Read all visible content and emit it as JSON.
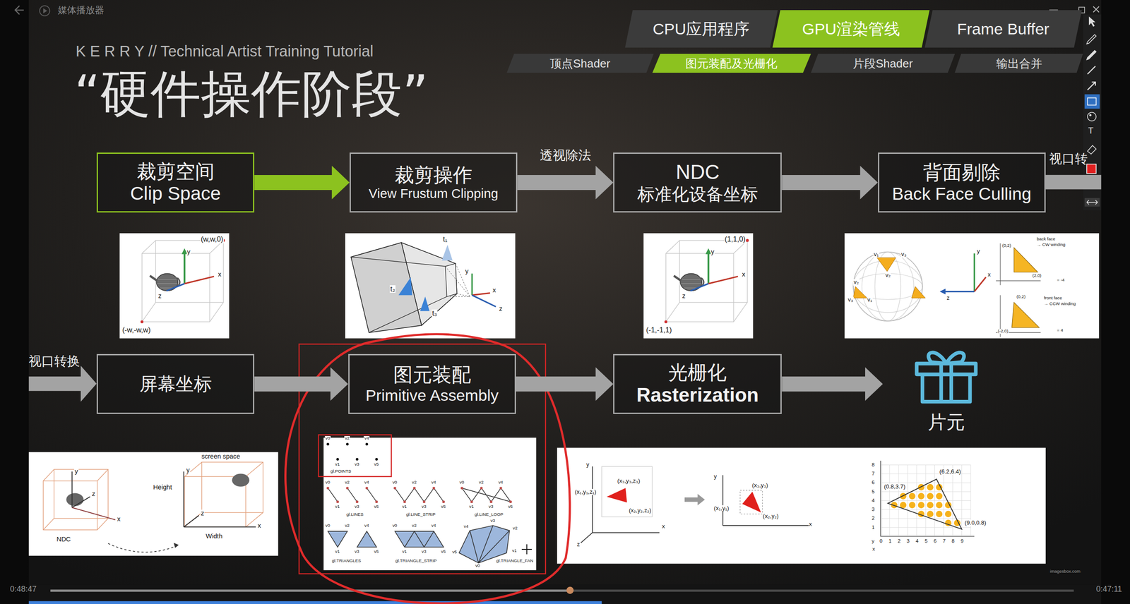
{
  "diagram": {
    "title": "“硬件操作阶段”",
    "nodes": [
      {
        "text": [
          "CPU应用程序"
        ]
      },
      {
        "text": [
          "GPU渲染管线"
        ]
      },
      {
        "text": [
          "Frame Buffer"
        ]
      },
      {
        "text": [
          "顶点Shader"
        ]
      },
      {
        "text": [
          "图元装配及光栅化"
        ]
      },
      {
        "text": [
          "片段Shader"
        ]
      },
      {
        "text": [
          "输出合并"
        ]
      },
      {
        "text": [
          "裁剪空间",
          "Clip Space"
        ]
      },
      {
        "text": [
          "裁剪操作",
          "View Frustum Clipping"
        ]
      },
      {
        "text": [
          "NDC",
          "标准化设备坐标"
        ]
      },
      {
        "text": [
          "背面剔除",
          "Back Face Culling"
        ]
      },
      {
        "text": [
          "屏幕坐标"
        ]
      },
      {
        "text": [
          "图元装配",
          "Primitive Assembly"
        ]
      },
      {
        "text": [
          "光栅化",
          "Rasterization"
        ]
      },
      {
        "text": [
          "片元"
        ]
      }
    ],
    "edges": [
      {
        "from": 7,
        "to": 8,
        "arrow": "to"
      },
      {
        "from": 8,
        "to": 9,
        "arrow": "to",
        "label": "透视除法"
      },
      {
        "from": 9,
        "to": 10,
        "arrow": "to"
      },
      {
        "from": 11,
        "to": 12,
        "arrow": "to"
      },
      {
        "from": 12,
        "to": 13,
        "arrow": "to"
      },
      {
        "from": 13,
        "to": 14,
        "arrow": "to"
      }
    ],
    "labels": [
      "媒体播放器",
      "K E R R Y // Technical Artist Training Tutorial",
      "视口转",
      "视口转换",
      "(w,w,0)",
      "(-w,-w,w)",
      "y",
      "x",
      "z",
      "t₁",
      "t₂",
      "t₃",
      "y",
      "x",
      "z",
      "(1,1,0)",
      "(-1,-1,1)",
      "y",
      "x",
      "z",
      "back face",
      "→ CW winding",
      "front face",
      "→ CCW winding",
      "(0,2)",
      "(2,0)",
      "(-2,0)",
      "(0,2)",
      "= -4",
      "= 4",
      "y",
      "x",
      "z",
      "v₁",
      "v₂",
      "v₃",
      "v₂",
      "v₃",
      "v₁",
      "y",
      "x",
      "z",
      "NDC",
      "screen space",
      "Height",
      "y",
      "x",
      "z",
      "Width",
      "gl.POINTS",
      "gl.LINES",
      "gl.LINE_STRIP",
      "gl.LINE_LOOP",
      "gl.TRIANGLES",
      "gl.TRIANGLE_STRIP",
      "gl.TRIANGLE_FAN",
      "v0",
      "v1",
      "v2",
      "v3",
      "v4",
      "v5",
      "v0",
      "v1",
      "v2",
      "v3",
      "v4",
      "v5",
      "v0",
      "v1",
      "v2",
      "v3",
      "v4",
      "v5",
      "v0",
      "v1",
      "v2",
      "v3",
      "v4",
      "v5",
      "v0",
      "v1",
      "v2",
      "v3",
      "v4",
      "v5",
      "v0",
      "v1",
      "v2",
      "v3",
      "v4",
      "v5",
      "v0",
      "v1",
      "v2",
      "v3",
      "v4",
      "v5",
      "y",
      "(x₁,y₁,z₁)",
      "(x₃,y₃,z₃)",
      "(x₂,y₂,z₂)",
      "z",
      "x",
      "y",
      "(x₃,y₃)",
      "(x₁,y₁)",
      "(x₂,y₂)",
      "x",
      "(6.2,6.4)",
      "(0.8,3.7)",
      "(9.0,0.8)",
      "8",
      "7",
      "6",
      "5",
      "4",
      "3",
      "2",
      "1",
      "y",
      "0",
      "1",
      "2",
      "3",
      "4",
      "5",
      "6",
      "7",
      "8",
      "9",
      "x",
      "imagesbox.com",
      "0:48:47",
      "0:47:11",
      "T"
    ]
  }
}
